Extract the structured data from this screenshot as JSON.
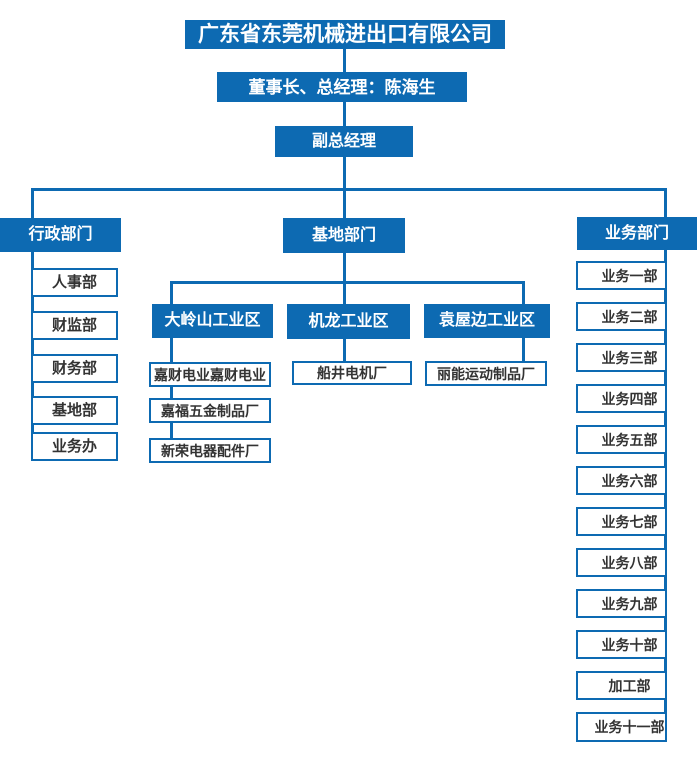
{
  "org": {
    "root": "广东省东莞机械进出口有限公司",
    "executive": "董事长、总经理：陈海生",
    "deputy": "副总经理",
    "admin": {
      "label": "行政部门",
      "children": [
        "人事部",
        "财监部",
        "财务部",
        "基地部",
        "业务办"
      ]
    },
    "base": {
      "label": "基地部门",
      "zones": [
        {
          "label": "大岭山工业区",
          "factories": [
            "嘉财电业嘉财电业",
            "嘉福五金制品厂",
            "新荣电器配件厂"
          ]
        },
        {
          "label": "机龙工业区",
          "factories": [
            "船井电机厂"
          ]
        },
        {
          "label": "袁屋边工业区",
          "factories": [
            "丽能运动制品厂"
          ]
        }
      ]
    },
    "business": {
      "label": "业务部门",
      "children": [
        "业务一部",
        "业务二部",
        "业务三部",
        "业务四部",
        "业务五部",
        "业务六部",
        "业务七部",
        "业务八部",
        "业务九部",
        "业务十部",
        "加工部",
        "业务十一部"
      ]
    }
  },
  "colors": {
    "primary": "#0d6ab2",
    "box_text": "#333333",
    "inverse_text": "#ffffff",
    "background": "#ffffff"
  }
}
